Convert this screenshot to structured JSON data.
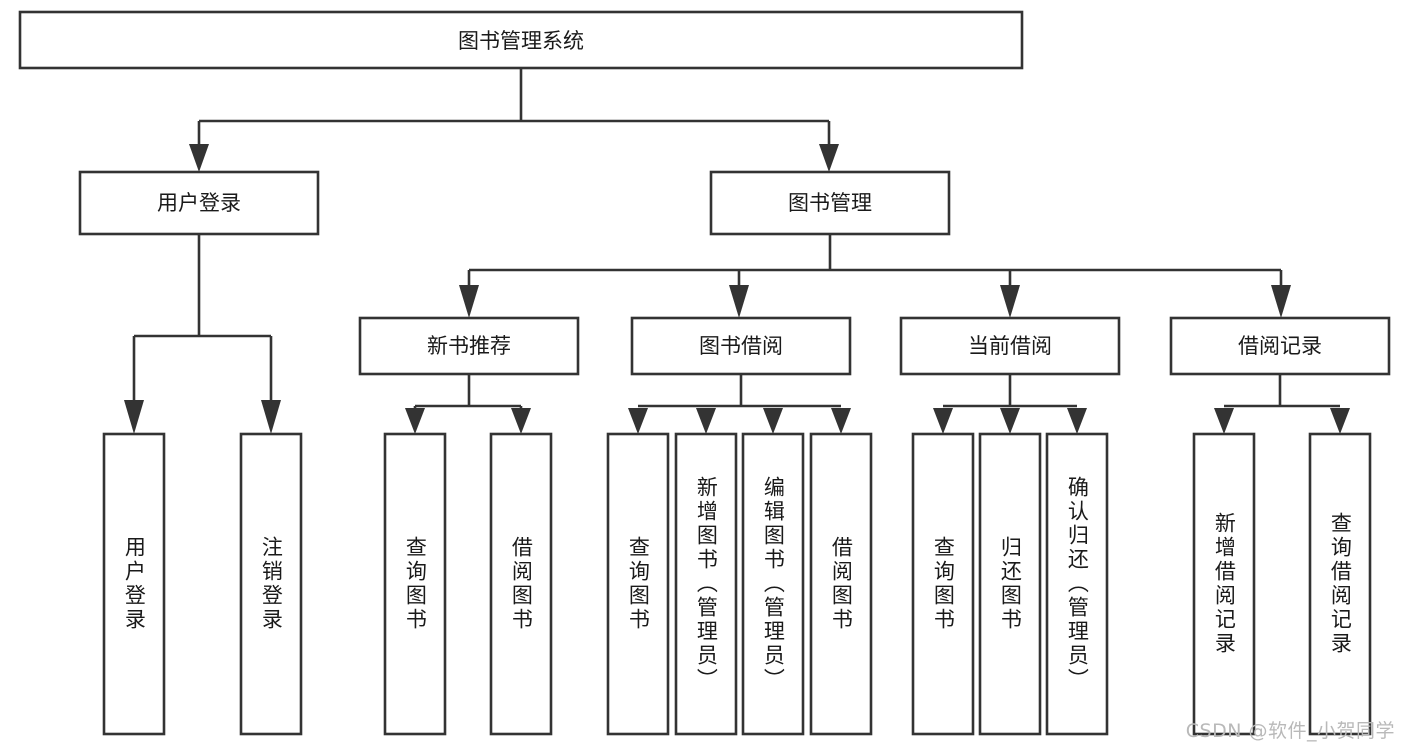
{
  "diagram": {
    "type": "tree-hierarchy",
    "title": "图书管理系统",
    "watermark": "CSDN @软件_小贺同学",
    "colors": {
      "stroke": "#333333",
      "node_fill": "#ffffff",
      "text": "#1a1a1a",
      "watermark": "#b9b9b9",
      "background": "#ffffff"
    },
    "root": {
      "label": "图书管理系统"
    },
    "level2": [
      {
        "label": "用户登录"
      },
      {
        "label": "图书管理"
      }
    ],
    "level3": [
      {
        "label": "新书推荐"
      },
      {
        "label": "图书借阅"
      },
      {
        "label": "当前借阅"
      },
      {
        "label": "借阅记录"
      }
    ],
    "leaves": {
      "user_login": [
        {
          "label": "用户登录"
        },
        {
          "label": "注销登录"
        }
      ],
      "new_book": [
        {
          "label": "查询图书"
        },
        {
          "label": "借阅图书"
        }
      ],
      "book_borrow": [
        {
          "label": "查询图书"
        },
        {
          "label": "新增图书（管理员）"
        },
        {
          "label": "编辑图书（管理员）"
        },
        {
          "label": "借阅图书"
        }
      ],
      "current_borrow": [
        {
          "label": "查询图书"
        },
        {
          "label": "归还图书"
        },
        {
          "label": "确认归还（管理员）"
        }
      ],
      "borrow_record": [
        {
          "label": "新增借阅记录"
        },
        {
          "label": "查询借阅记录"
        }
      ]
    }
  }
}
